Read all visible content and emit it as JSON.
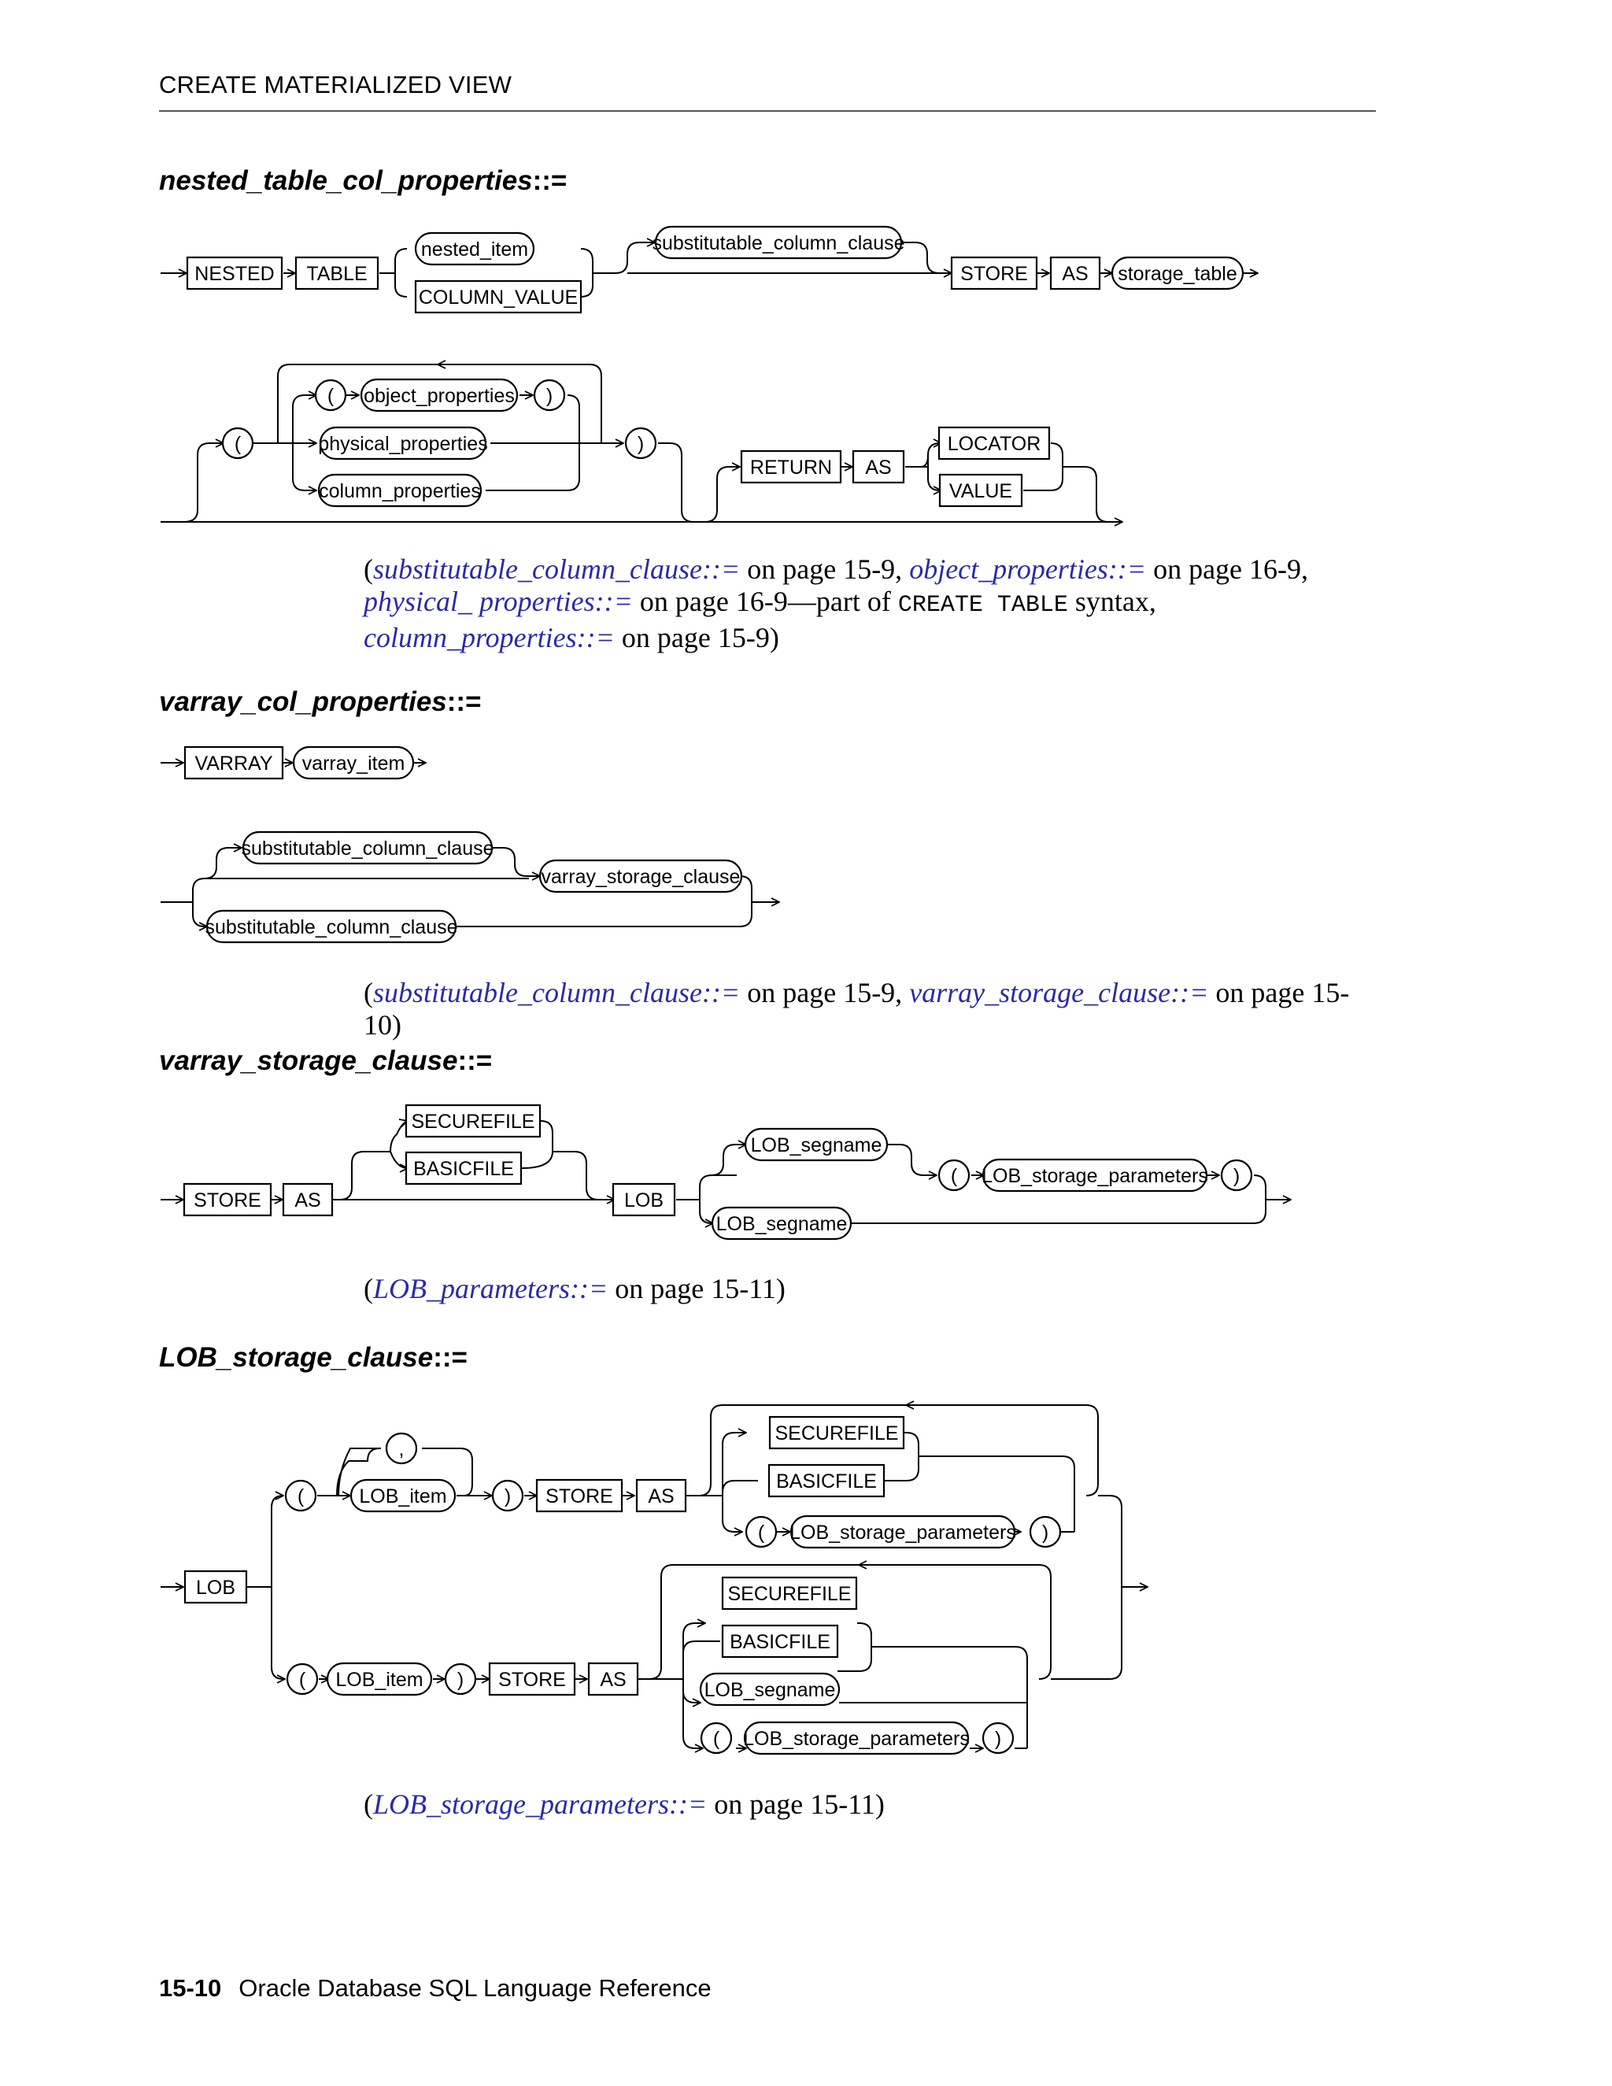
{
  "header": {
    "title": "CREATE MATERIALIZED VIEW"
  },
  "sections": [
    {
      "heading": "nested_table_col_properties",
      "suffix": "::=",
      "tokens": {
        "nested": "NESTED",
        "table": "TABLE",
        "nested_item": "nested_item",
        "column_value": "COLUMN_VALUE",
        "substitutable": "substitutable_column_clause",
        "store": "STORE",
        "as": "AS",
        "storage_table": "storage_table",
        "lparen": "(",
        "object_properties": "object_properties",
        "rparen": ")",
        "physical_properties": "physical_properties",
        "column_properties": "column_properties",
        "return": "RETURN",
        "as2": "AS",
        "locator": "LOCATOR",
        "value": "VALUE"
      },
      "xref": {
        "open": "(",
        "l1": "substitutable_column_clause::=",
        "t1": " on page 15-9, ",
        "l2": "object_properties::=",
        "t2": " on page 16-9, ",
        "l3": "physical_ properties::=",
        "t3": " on page 16-9—part of ",
        "code": "CREATE TABLE",
        "t4": " syntax, ",
        "l4": "column_properties::=",
        "t5": " on page 15-9)"
      }
    },
    {
      "heading": "varray_col_properties",
      "suffix": "::=",
      "tokens": {
        "varray": "VARRAY",
        "varray_item": "varray_item",
        "substitutable_a": "substitutable_column_clause",
        "varray_storage": "varray_storage_clause",
        "substitutable_b": "substitutable_column_clause"
      },
      "xref": {
        "open": "(",
        "l1": "substitutable_column_clause::=",
        "t1": " on page 15-9, ",
        "l2": "varray_storage_clause::=",
        "t2": " on page 15-10)"
      }
    },
    {
      "heading": "varray_storage_clause",
      "suffix": "::=",
      "tokens": {
        "store": "STORE",
        "as": "AS",
        "securefile": "SECUREFILE",
        "basicfile": "BASICFILE",
        "lob": "LOB",
        "lob_segname_a": "LOB_segname",
        "lparen": "(",
        "lob_storage_parameters": "LOB_storage_parameters",
        "rparen": ")",
        "lob_segname_b": "LOB_segname"
      },
      "xref": {
        "open": "(",
        "l1": "LOB_parameters::=",
        "t1": " on page 15-11)"
      }
    },
    {
      "heading": "LOB_storage_clause",
      "suffix": "::=",
      "tokens": {
        "lob": "LOB",
        "lparen": "(",
        "comma": ",",
        "lob_item": "LOB_item",
        "rparen": ")",
        "store": "STORE",
        "as": "AS",
        "securefile": "SECUREFILE",
        "basicfile": "BASICFILE",
        "lob_storage_parameters": "LOB_storage_parameters",
        "lob_segname": "LOB_segname"
      },
      "xref": {
        "open": "(",
        "l1": "LOB_storage_parameters::=",
        "t1": " on page 15-11)"
      }
    }
  ],
  "footer": {
    "page": "15-10",
    "title": "Oracle Database SQL Language Reference"
  }
}
